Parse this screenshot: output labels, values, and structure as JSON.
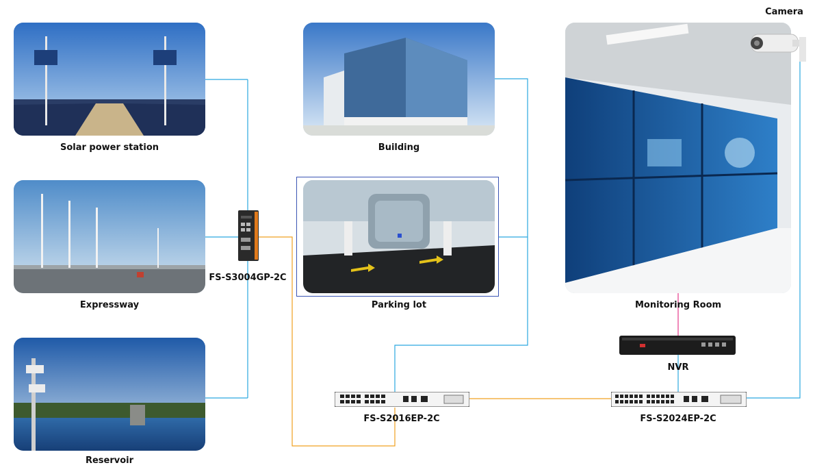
{
  "nodes": {
    "solar": "Solar power station",
    "expressway": "Expressway",
    "reservoir": "Reservoir",
    "building": "Building",
    "parking": "Parking lot",
    "monitoring": "Monitoring Room",
    "camera": "Camera",
    "nvr": "NVR"
  },
  "devices": {
    "industrial_switch": "FS-S3004GP-2C",
    "switch_16": "FS-S2016EP-2C",
    "switch_24": "FS-S2024EP-2C"
  },
  "colors": {
    "blue_link": "#2aa8e0",
    "orange_link": "#f0a020",
    "pink_link": "#e6388a",
    "parking_border": "#3a54b4"
  }
}
